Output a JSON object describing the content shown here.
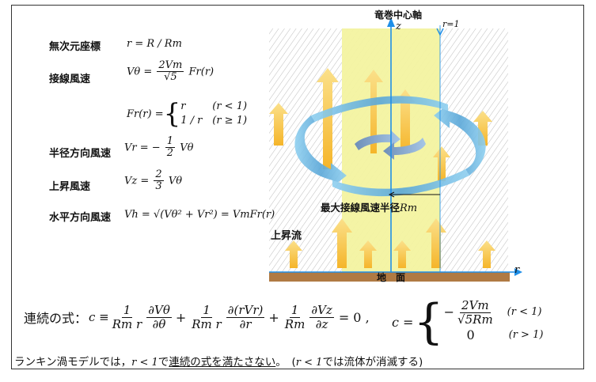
{
  "defs": {
    "nondim_label": "無次元座標",
    "nondim_eq": "r = R / Rm",
    "tangential_label": "接線風速",
    "tangential_lhs": "Vθ =",
    "tangential_num": "2Vm",
    "tangential_den": "√5",
    "tangential_rhs": "Fr(r)",
    "fr_lhs": "Fr(r) =",
    "fr_case1_val": "r",
    "fr_case1_cond": "(r < 1)",
    "fr_case2_val": "1 / r",
    "fr_case2_cond": "(r ≥ 1)",
    "radial_label": "半径方向風速",
    "radial_lhs": "Vr = −",
    "radial_num": "1",
    "radial_den": "2",
    "radial_rhs": "Vθ",
    "updraft_label": "上昇風速",
    "updraft_lhs": "Vz =",
    "updraft_num": "2",
    "updraft_den": "3",
    "updraft_rhs": "Vθ",
    "horizontal_label": "水平方向風速",
    "horizontal_eq": "Vh = √(Vθ² + Vr²) = VmFr(r)"
  },
  "diagram": {
    "axis_title": "竜巻中心軸",
    "z_label": "z",
    "r_eq_1": "r=1",
    "max_radius_label": "最大接線風速半径",
    "max_radius_sym": "Rm",
    "updraft_flow": "上昇流",
    "ground": "地　面",
    "r_axis": "r"
  },
  "continuity": {
    "label": "連続の式：",
    "c_lhs": "c ≡",
    "t1_num": "1",
    "t1_den": "Rm r",
    "t1_pnum": "∂Vθ",
    "t1_pden": "∂θ",
    "plus1": "+",
    "t2_num": "1",
    "t2_den": "Rm r",
    "t2_pnum": "∂(rVr)",
    "t2_pden": "∂r",
    "plus2": "+",
    "t3_num": "1",
    "t3_den": "Rm",
    "t3_pnum": "∂Vz",
    "t3_pden": "∂z",
    "rhs": "= 0 ,",
    "c_eq": "c =",
    "case1_sign": "−",
    "case1_num": "2Vm",
    "case1_den": "√5Rm",
    "case1_cond": "(r < 1)",
    "case2_val": "0",
    "case2_cond": "(r > 1)"
  },
  "footer": {
    "part1": "ランキン渦モデルでは，",
    "part2": "r < 1",
    "part3": "で",
    "part4": "連続の式を満たさない",
    "part5": "。　(",
    "part6": "r < 1",
    "part7": "では流体が消滅する)"
  },
  "colors": {
    "core_band": "#f3f3a0",
    "axis_line": "#1f8fe8",
    "arrow_fill": "#f7c23a",
    "swirl_blue": "#6bb9e6",
    "ground": "#b07a43"
  }
}
